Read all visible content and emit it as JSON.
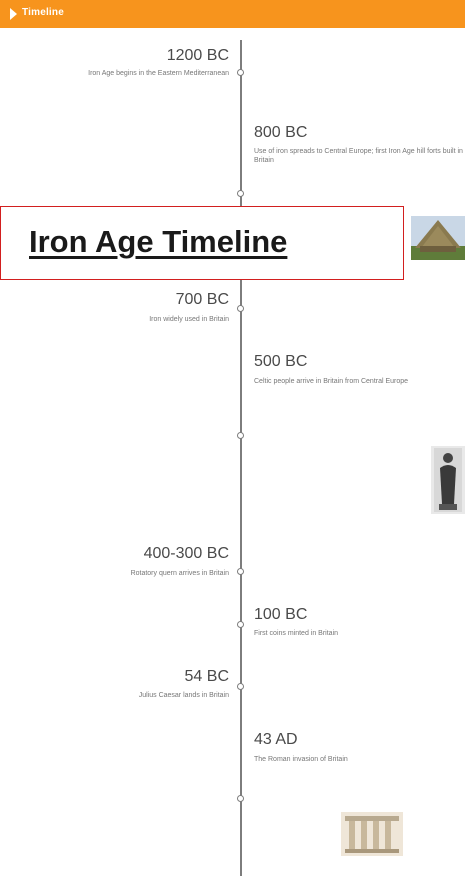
{
  "header": {
    "title": "Timeline"
  },
  "banner": {
    "title": "Iron Age Timeline"
  },
  "events": [
    {
      "year": "1200 BC",
      "text": "Iron Age begins in the Eastern Mediterranean"
    },
    {
      "year": "800 BC",
      "text": "Use of iron spreads to Central Europe; first Iron Age hill forts built in Britain"
    },
    {
      "year": "700 BC",
      "text": "Iron widely used in Britain"
    },
    {
      "year": "500 BC",
      "text": "Celtic people arrive in Britain from Central Europe"
    },
    {
      "year": "400-300 BC",
      "text": "Rotatory quern arrives in Britain"
    },
    {
      "year": "100 BC",
      "text": "First coins minted in Britain"
    },
    {
      "year": "54 BC",
      "text": "Julius Caesar lands in Britain"
    },
    {
      "year": "43 AD",
      "text": "The Roman invasion of Britain"
    }
  ],
  "images": [
    "roundhouse-thumbnail",
    "statue-thumbnail",
    "columns-thumbnail"
  ]
}
